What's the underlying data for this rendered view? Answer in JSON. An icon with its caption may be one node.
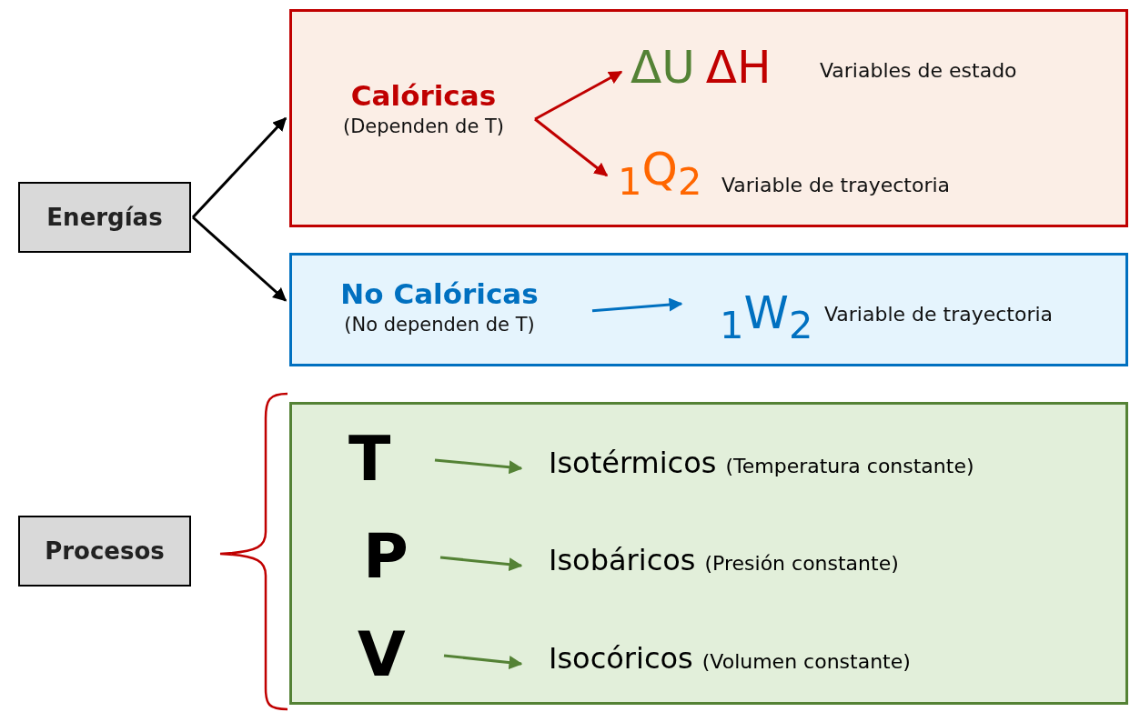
{
  "diagram": {
    "nodes": [
      {
        "text": [
          "Energías"
        ]
      },
      {
        "text": [],
        "shape": "box"
      },
      {
        "text": [
          "Calóricas",
          "(Dependen de T)"
        ],
        "in": 1
      },
      {
        "text": [
          "ΔU",
          "ΔH"
        ],
        "in": 1,
        "beside": [
          "Variables de estado"
        ]
      },
      {
        "text": [
          "$_{1}$Q$_{2}$"
        ],
        "in": 1,
        "beside": [
          "Variable de trayectoria"
        ]
      },
      {
        "text": [],
        "shape": "box"
      },
      {
        "text": [
          "No Calóricas",
          "(No dependen de T)"
        ],
        "in": 5
      },
      {
        "text": [
          "$_{1}$W$_{2}$"
        ],
        "in": 5,
        "beside": [
          "Variable de trayectoria"
        ]
      },
      {
        "text": [
          "Procesos"
        ]
      },
      {
        "text": [],
        "shape": "box"
      },
      {
        "text": [
          "T"
        ],
        "in": 9
      },
      {
        "text": [
          "Isotérmicos",
          "(Temperatura constante)"
        ],
        "in": 9
      },
      {
        "text": [
          "P"
        ],
        "in": 9
      },
      {
        "text": [
          "Isobáricos",
          "(Presión constante)"
        ],
        "in": 9
      },
      {
        "text": [
          "V"
        ],
        "in": 9
      },
      {
        "text": [
          "Isocóricos",
          "(Volumen constante)"
        ],
        "in": 9
      }
    ],
    "edges": [
      {
        "from": 0,
        "to": 1,
        "arrow": "to",
        "color": "#000000"
      },
      {
        "from": 0,
        "to": 5,
        "arrow": "to",
        "color": "#000000"
      },
      {
        "from": 2,
        "to": 3,
        "arrow": "to",
        "color": "#c00000"
      },
      {
        "from": 2,
        "to": 4,
        "arrow": "to",
        "color": "#c00000"
      },
      {
        "from": 6,
        "to": 7,
        "arrow": "to",
        "color": "#0070c0"
      },
      {
        "from": 10,
        "to": 11,
        "arrow": "to"
      },
      {
        "from": 12,
        "to": 13,
        "arrow": "to"
      },
      {
        "from": 14,
        "to": 15,
        "arrow": "to"
      }
    ]
  }
}
